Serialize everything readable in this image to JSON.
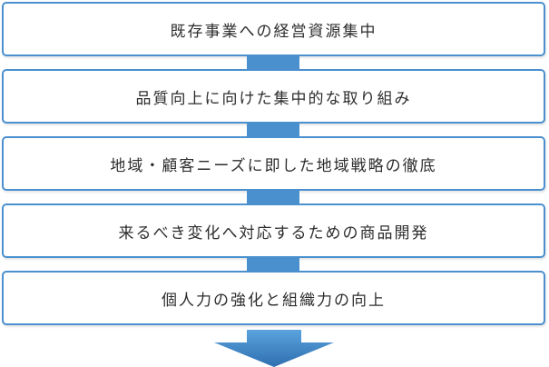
{
  "steps": [
    {
      "label": "既存事業への経営資源集中"
    },
    {
      "label": "品質向上に向けた集中的な取り組み"
    },
    {
      "label": "地域・顧客ニーズに即した地域戦略の徹底"
    },
    {
      "label": "来るべき変化へ対応するための商品開発"
    },
    {
      "label": "個人力の強化と組織力の向上"
    }
  ],
  "colors": {
    "accent": "#4a90cf",
    "arrow_top": "#5aa3dd",
    "arrow_bottom": "#2f6fb0",
    "text": "#2d2d2d"
  }
}
